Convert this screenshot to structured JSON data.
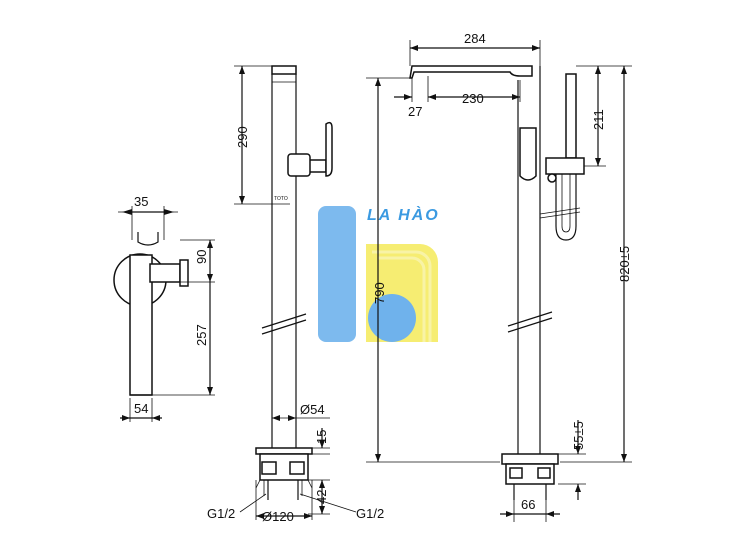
{
  "watermark": {
    "text": "LA HÀO",
    "colors": {
      "blue": "#6fb2ec",
      "yellow": "#f5ec6a",
      "text": "#3b9ae1"
    }
  },
  "side_view": {
    "width_top": "35",
    "outlet_height": "90",
    "body_height": "257",
    "width_bottom": "54"
  },
  "front_view": {
    "top_height": "290",
    "pipe_diameter": "Ø54",
    "base_height": "15",
    "base_depth": "42",
    "base_diameter": "Ø120",
    "thread_left": "G1/2",
    "thread_right": "G1/2",
    "logo_text": "TOTO"
  },
  "profile_view": {
    "spout_length": "284",
    "spout_inner": "230",
    "spout_offset": "27",
    "spout_to_floor": "790",
    "handshower_height": "211",
    "total_height": "820±5",
    "base_height": "55±5",
    "base_width": "66"
  }
}
